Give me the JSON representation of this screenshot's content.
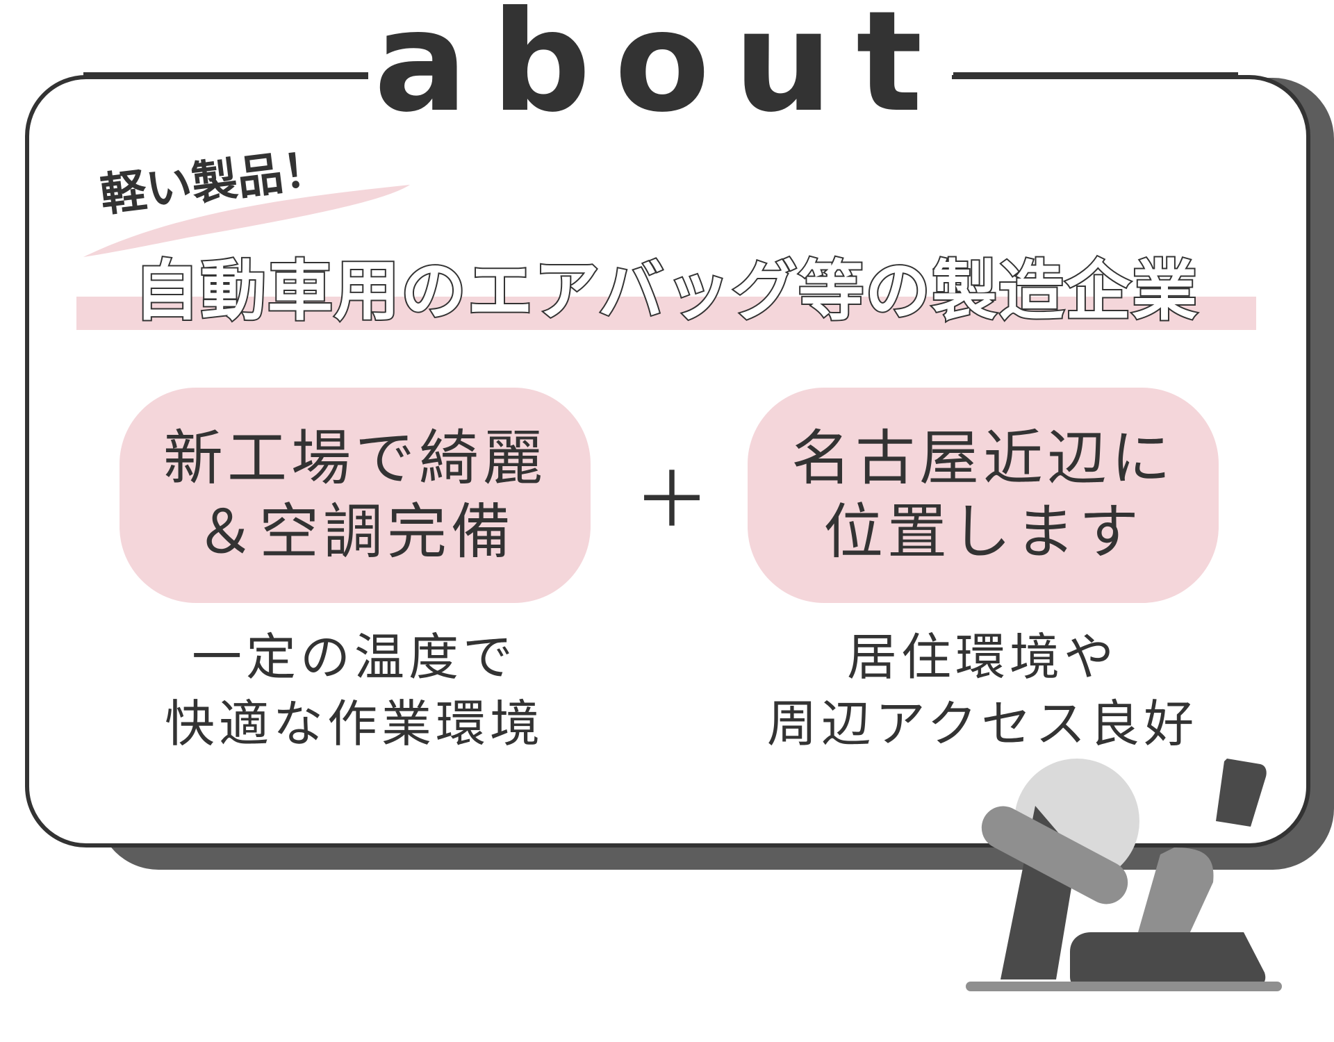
{
  "section": {
    "title": "about"
  },
  "hero": {
    "kicker": "軽い製品！",
    "headline": "自動車用のエアバッグ等の製造企業"
  },
  "features": [
    {
      "text": "新工場で綺麗\n＆空調完備",
      "caption": "一定の温度で\n快適な作業環境"
    },
    {
      "text": "名古屋近辺に\n位置します",
      "caption": "居住環境や\n周辺アクセス良好"
    }
  ],
  "joiner": "＋",
  "colors": {
    "ink": "#333333",
    "accent_pink": "#f4d6da",
    "shadow_gray": "#5d5d5d"
  },
  "icons": {
    "illustration": "car-seat-with-airbag-illustration"
  }
}
